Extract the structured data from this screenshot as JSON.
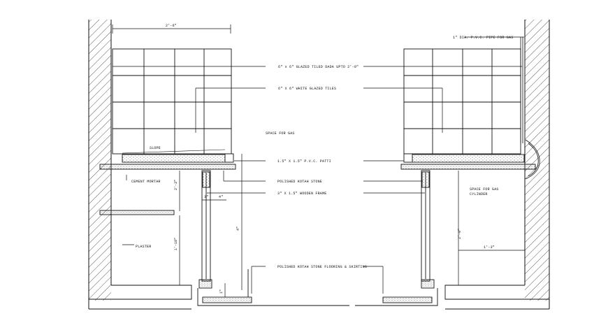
{
  "drawing": {
    "dimensions": {
      "counter_width": "2'-6\"",
      "frame_height_left": "2'-3\"",
      "shelf_height": "1'-10\"",
      "plinth": "4\"",
      "frame_gap": "3\"",
      "frame_offset": "4\"",
      "small_dim": "1\"",
      "cylinder_space_height": "2'-0\"",
      "cylinder_space_width": "1'-3\""
    },
    "labels": {
      "dado_tiles": "6\" x 6\" GLAZED TILED DADA UPTO 2'-0\"",
      "glazed_tiles": "6\" X 6\" WHITE GLAZED TILES",
      "space_for_gas": "SPACE FOR GAS",
      "slope": "SLOPE",
      "pvc_patti": "1.5\" X 1.5\" P.V.C. PATTI",
      "cement_mortar": "CEMENT MORTAR",
      "polished_stone": "POLISHED KOTAH STONE",
      "wooden_frame": "3\" X 1.5\" WOODEN FRAME",
      "plaster": "PLASTER",
      "floor_skirting": "POLISHED KOTAH STONE FLOORING & SKIRTING",
      "pvc_pipe": "1\" DIA. P.V.C. PIPE FOR GAS",
      "cylinder_line1": "SPACE FOR GAS",
      "cylinder_line2": "CYLINDER"
    }
  }
}
